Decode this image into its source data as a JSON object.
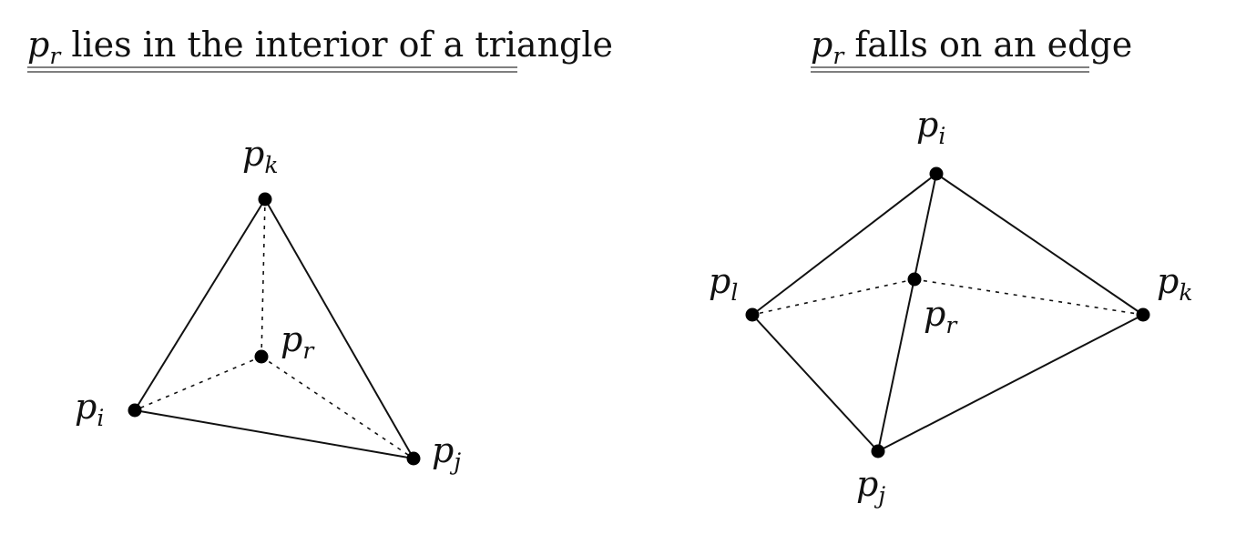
{
  "left_panel": {
    "title_var": "p",
    "title_sub": "r",
    "title_rest": " lies in the interior of a triangle",
    "labels": {
      "pk": {
        "base": "p",
        "sub": "k"
      },
      "pr": {
        "base": "p",
        "sub": "r"
      },
      "pi": {
        "base": "p",
        "sub": "i"
      },
      "pj": {
        "base": "p",
        "sub": "j"
      }
    }
  },
  "right_panel": {
    "title_var": "p",
    "title_sub": "r",
    "title_rest": " falls on an edge",
    "labels": {
      "pi": {
        "base": "p",
        "sub": "i"
      },
      "pl": {
        "base": "p",
        "sub": "l"
      },
      "pr": {
        "base": "p",
        "sub": "r"
      },
      "pk": {
        "base": "p",
        "sub": "k"
      },
      "pj": {
        "base": "p",
        "sub": "j"
      }
    }
  }
}
